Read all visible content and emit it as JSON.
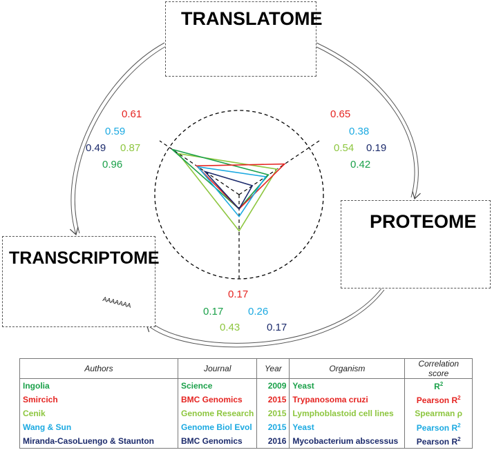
{
  "colors": {
    "ingolia": "#1aa049",
    "smircich": "#e52421",
    "cenik": "#8dc63f",
    "wang": "#1ba9e1",
    "miranda": "#1b2a6b",
    "ribosome": "#1d4e7d",
    "ribosome_bar": "#12a84a"
  },
  "nodes": {
    "translatome": "TRANSLATOME",
    "proteome": "PROTEOME",
    "transcriptome": "TRANSCRIPTOME",
    "polya": "AAAAAAA"
  },
  "correlations": {
    "transcriptome_translatome": {
      "smircich": "0.61",
      "wang": "0.59",
      "miranda": "0.49",
      "cenik": "0.87",
      "ingolia": "0.96"
    },
    "translatome_proteome": {
      "smircich": "0.65",
      "wang": "0.38",
      "cenik": "0.54",
      "miranda": "0.19",
      "ingolia": "0.42"
    },
    "transcriptome_proteome": {
      "smircich": "0.17",
      "ingolia": "0.17",
      "wang": "0.26",
      "cenik": "0.43",
      "miranda": "0.17"
    }
  },
  "table": {
    "headers": [
      "Authors",
      "Journal",
      "Year",
      "Organism",
      "Correlation score"
    ],
    "rows": [
      {
        "key": "ingolia",
        "authors": "Ingolia",
        "journal": "Science",
        "year": "2009",
        "organism": "Yeast",
        "score": "R",
        "sup": "2"
      },
      {
        "key": "smircich",
        "authors": "Smircich",
        "journal": "BMC Genomics",
        "year": "2015",
        "organism": "Trypanosoma cruzi",
        "score": "Pearson R",
        "sup": "2"
      },
      {
        "key": "cenik",
        "authors": "Cenik",
        "journal": "Genome Research",
        "year": "2015",
        "organism": "Lymphoblastoid cell lines",
        "score": "Spearman ρ",
        "sup": ""
      },
      {
        "key": "wang",
        "authors": "Wang & Sun",
        "journal": "Genome Biol Evol",
        "year": "2015",
        "organism": "Yeast",
        "score": "Pearson R",
        "sup": "2"
      },
      {
        "key": "miranda",
        "authors": "Miranda-CasoLuengo & Staunton",
        "journal": "BMC Genomics",
        "year": "2016",
        "organism": "Mycobacterium abscessus",
        "score": "Pearson R",
        "sup": "2"
      }
    ]
  }
}
